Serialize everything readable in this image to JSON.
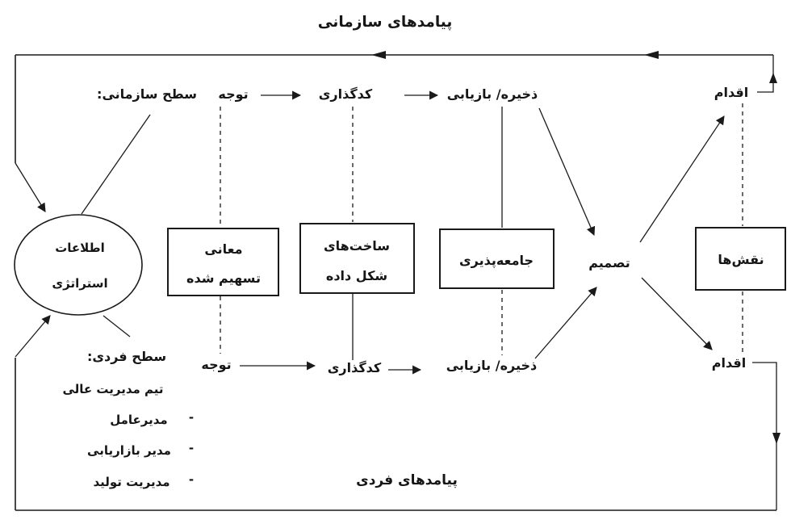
{
  "diagram": {
    "title_top": "پیامدهای سازمانی",
    "title_bottom": "پیامدهای فردی",
    "org_level_label": "سطح سازمانی:",
    "ind_level_label": "سطح فردی:",
    "decision": "تصمیم",
    "process_top": {
      "attention": "توجه",
      "encoding": "کدگذاری",
      "storage_retrieval": "ذخیره/ بازیابی",
      "action": "اقدام"
    },
    "process_bottom": {
      "attention": "توجه",
      "encoding": "کدگذاری",
      "storage_retrieval": "ذخیره/ بازیابی",
      "action": "اقدام"
    },
    "ellipse": {
      "line1": "اطلاعات",
      "line2": "استراتژی"
    },
    "boxes": {
      "shared_meanings": {
        "line1": "معانی",
        "line2": "تسهیم شده"
      },
      "shaped_structures": {
        "line1": "ساخت‌های",
        "line2": "شکل داده"
      },
      "socialization": {
        "label": "جامعه‌پذیری"
      },
      "roles": {
        "label": "نقش‌ها"
      }
    },
    "team": {
      "header": "تیم مدیریت عالی",
      "items": [
        {
          "dash": "-",
          "label": "مدیرعامل"
        },
        {
          "dash": "-",
          "label": "مدیر بازاریابی"
        },
        {
          "dash": "-",
          "label": "مدیریت تولید"
        }
      ]
    },
    "colors": {
      "ink": "#1a1a1a",
      "background": "#ffffff"
    }
  }
}
